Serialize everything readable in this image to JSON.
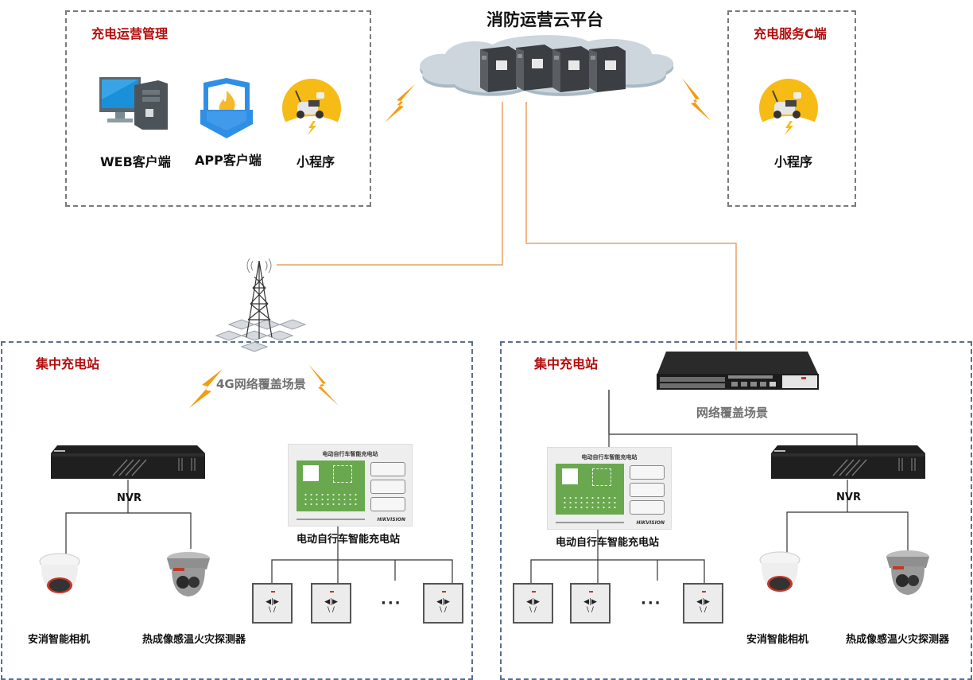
{
  "title": "消防运营云平台",
  "colors": {
    "section_title": "#b30d0d",
    "cloud_link": "#e8a064",
    "lightning": "#f39c12",
    "lan_line": "#333333",
    "station_border": "#5a6f90",
    "client_border": "#7a7a7a",
    "charger_green": "#6aa84f"
  },
  "top_left_box": {
    "title": "充电运营管理",
    "items": [
      {
        "icon": "desktop-computer-icon",
        "label": "WEB客户端"
      },
      {
        "icon": "fire-shield-app-icon",
        "label": "APP客户端"
      },
      {
        "icon": "scooter-mini-program-icon",
        "label": "小程序"
      }
    ]
  },
  "top_right_box": {
    "title": "充电服务C端",
    "items": [
      {
        "icon": "scooter-mini-program-icon",
        "label": "小程序"
      }
    ]
  },
  "cloud": {
    "icon": "cloud-server-cluster-icon",
    "server_count": 4
  },
  "tower": {
    "icon": "cell-tower-icon",
    "label": "4G网络覆盖场景"
  },
  "station_left": {
    "title": "集中充电站",
    "nvr_label": "NVR",
    "cameras": [
      {
        "icon": "dome-camera-icon",
        "label": "安消智能相机"
      },
      {
        "icon": "thermal-turret-camera-icon",
        "label": "热成像感温火灾探测器"
      }
    ],
    "charger": {
      "label": "电动自行车智能充电站",
      "panel_title": "电动自行车智能充电站",
      "brand": "HIKVISION"
    },
    "sockets_ellipsis": "···"
  },
  "station_right": {
    "title": "集中充电站",
    "switch_label": "网络覆盖场景",
    "nvr_label": "NVR",
    "cameras": [
      {
        "icon": "dome-camera-icon",
        "label": "安消智能相机"
      },
      {
        "icon": "thermal-turret-camera-icon",
        "label": "热成像感温火灾探测器"
      }
    ],
    "charger": {
      "label": "电动自行车智能充电站",
      "panel_title": "电动自行车智能充电站",
      "brand": "HIKVISION"
    },
    "sockets_ellipsis": "···"
  },
  "socket": {
    "holes_top": "◀|▶",
    "holes_bottom": "\\ /"
  }
}
